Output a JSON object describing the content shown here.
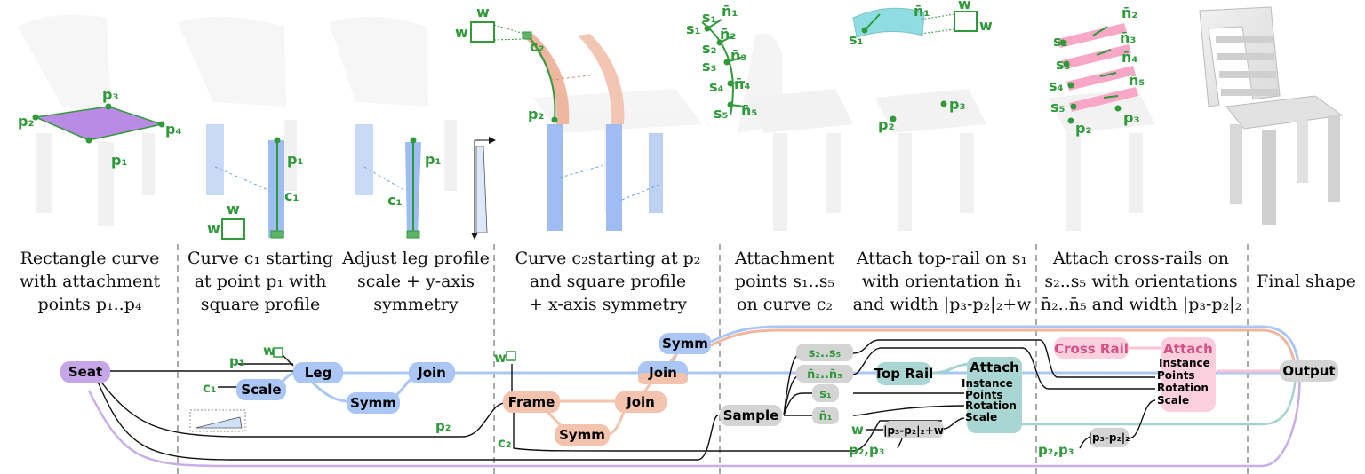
{
  "captions": [
    {
      "lines": [
        "Rectangle curve",
        "with attachment",
        "points p₁..p₄"
      ]
    },
    {
      "lines": [
        "Curve c₁ starting",
        "at point p₁ with",
        "square profile"
      ]
    },
    {
      "lines": [
        "Adjust leg profile",
        "scale + y-axis",
        "symmetry"
      ]
    },
    {
      "lines": [
        "Curve c₂starting at p₂",
        "and square profile",
        "+ x-axis symmetry"
      ]
    },
    {
      "lines": [
        "Attachment",
        "points s₁..s₅",
        "on curve c₂"
      ]
    },
    {
      "lines": [
        "Attach top-rail on s₁",
        "with orientation n̄₁",
        "and width |p₃-p₂|₂+w"
      ]
    },
    {
      "lines": [
        "Attach cross-rails on",
        "s₂..s₅ with orientations",
        "n̄₂..n̄₅ and width |p₃-p₂|₂"
      ]
    },
    {
      "lines": [
        "Final shape"
      ]
    }
  ],
  "panel_labels": {
    "p1": "p₁",
    "p2": "p₂",
    "p3": "p₃",
    "p4": "p₄",
    "c1": "c₁",
    "c2": "c₂",
    "w": "w",
    "s1": "s₁",
    "s2": "s₂",
    "s3": "s₃",
    "s4": "s₄",
    "s5": "s₅",
    "n1": "n̄₁",
    "n2": "n̄₂",
    "n3": "n̄₃",
    "n4": "n̄₄",
    "n5": "n̄₅"
  },
  "graph": {
    "nodes": {
      "seat": "Seat",
      "leg": "Leg",
      "scale": "Scale",
      "symm1": "Symm",
      "join1": "Join",
      "symm_top": "Symm",
      "join_top": "Join",
      "frame": "Frame",
      "join2": "Join",
      "symm2": "Symm",
      "sample": "Sample",
      "top_rail": "Top Rail",
      "attach1": "Attach",
      "cross_rail": "Cross Rail",
      "attach2": "Attach",
      "output": "Output"
    },
    "attach_ports": [
      "Instance",
      "Points",
      "Rotation",
      "Scale"
    ],
    "sample_outputs": [
      "s₂..s₅",
      "n̄₂..n̄₅",
      "s₁",
      "n̄₁"
    ],
    "edge_labels": {
      "p1": "p₁",
      "p2": "p₂",
      "c1": "c₁",
      "c2": "c₂",
      "w1": "w",
      "w2": "w",
      "w_top": "w",
      "w_node": "w",
      "width_expr": "|p₃-p₂|₂+w",
      "width_expr2": "|p₃-p₂|₂",
      "p2p3_a": "p₂,p₃",
      "p2p3_b": "p₂,p₃"
    }
  },
  "colors": {
    "green": "#2f9a3a",
    "blue": "#8fb4ef",
    "blue_node": "#a9c6f4",
    "salmon": "#f0b7a0",
    "salmon_node": "#f3c3ae",
    "teal": "#a5d3d0",
    "teal_node": "#a9d6d3",
    "pink": "#f8c4d6",
    "pink_node": "#fbcfdd",
    "gray_node": "#d4d4d4",
    "seat": "#c6a5e8",
    "purple_line": "#c9ade9"
  }
}
